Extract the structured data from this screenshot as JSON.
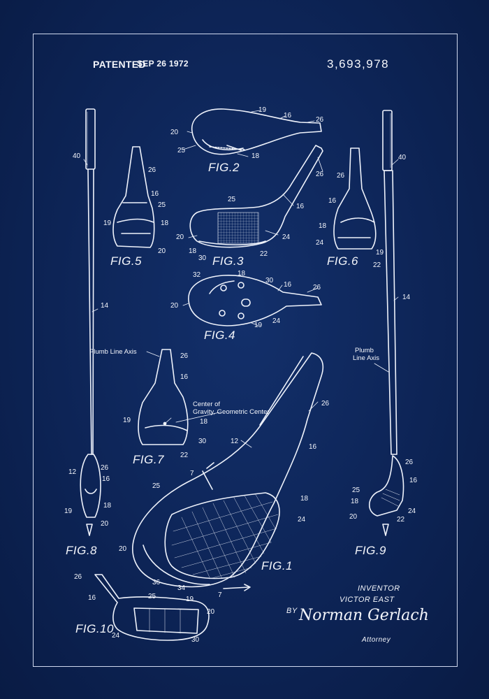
{
  "header": {
    "patented": "PATENTED",
    "date": "SEP 26 1972",
    "patent_number": "3,693,978"
  },
  "figures": {
    "fig1": "FIG.1",
    "fig2": "FIG.2",
    "fig3": "FIG.3",
    "fig4": "FIG.4",
    "fig5": "FIG.5",
    "fig6": "FIG.6",
    "fig7": "FIG.7",
    "fig8": "FIG.8",
    "fig9": "FIG.9",
    "fig10": "FIG.10"
  },
  "labels": {
    "plumb_left": "Plumb Line Axis",
    "plumb_right_1": "Plumb",
    "plumb_right_2": "Line Axis",
    "center_1": "Center of",
    "center_2": "Gravity, Geometric Center"
  },
  "credits": {
    "inventor_label": "INVENTOR",
    "inventor_name": "VICTOR EAST",
    "by": "BY",
    "signature": "Norman Gerlach",
    "attorney": "Attorney"
  },
  "reference_numerals": {
    "fig2": [
      "19",
      "16",
      "26",
      "20",
      "25",
      "18"
    ],
    "fig3": [
      "26",
      "25",
      "16",
      "20",
      "24",
      "18",
      "30",
      "22"
    ],
    "fig4": [
      "32",
      "18",
      "30",
      "16",
      "26",
      "20",
      "19",
      "24"
    ],
    "fig5": [
      "26",
      "16",
      "25",
      "19",
      "18",
      "20"
    ],
    "fig6": [
      "26",
      "16",
      "18",
      "24",
      "19",
      "22"
    ],
    "fig7": [
      "26",
      "16",
      "19",
      "18",
      "30",
      "22"
    ],
    "fig1": [
      "26",
      "12",
      "16",
      "7",
      "25",
      "18",
      "24",
      "20",
      "36",
      "34",
      "7"
    ],
    "fig8": [
      "40",
      "14",
      "12",
      "26",
      "16",
      "19",
      "18",
      "20"
    ],
    "fig9": [
      "40",
      "14",
      "26",
      "16",
      "25",
      "18",
      "24",
      "20",
      "22"
    ],
    "fig10": [
      "26",
      "16",
      "25",
      "19",
      "20",
      "24",
      "30"
    ]
  }
}
